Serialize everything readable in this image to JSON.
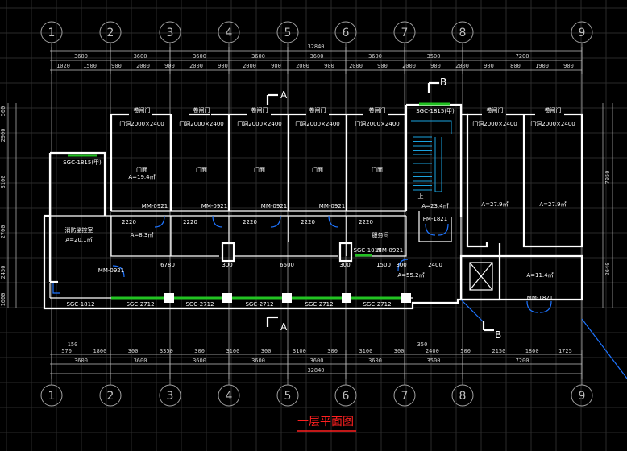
{
  "title": "一层平面图",
  "axes": [
    "1",
    "2",
    "3",
    "4",
    "5",
    "6",
    "7",
    "8",
    "9"
  ],
  "dimensions": {
    "total_top": "32840",
    "total_bottom": "32840",
    "bay_top": [
      "3600",
      "3600",
      "3600",
      "3600",
      "3600",
      "3600",
      "3500",
      "7200"
    ],
    "sub_top": [
      "1020",
      "1500",
      "900",
      "2000",
      "900",
      "2000",
      "900",
      "2000",
      "900",
      "2000",
      "900",
      "2000",
      "900",
      "2000",
      "900",
      "2000",
      "900",
      "800",
      "1900",
      "900"
    ],
    "bay_bottom": [
      "3600",
      "3600",
      "3600",
      "3600",
      "3600",
      "3600",
      "3500",
      "7200"
    ],
    "sub_bottom": [
      "570",
      "1800",
      "300",
      "3350",
      "300",
      "3100",
      "300",
      "3100",
      "300",
      "3100",
      "300",
      "2400",
      "500",
      "2150",
      "1800",
      "1725"
    ],
    "offsets_bottom": [
      "150",
      "350"
    ],
    "left_side": [
      "500",
      "2900",
      "3100",
      "2700",
      "2450",
      "1600"
    ],
    "right_side": [
      "7050",
      "2640"
    ]
  },
  "rooms": {
    "shutter_labels": [
      "卷闸门",
      "卷闸门",
      "卷闸门",
      "卷闸门",
      "卷闸门",
      "卷闸门",
      "卷闸门"
    ],
    "shutter_sizes": [
      "门洞2000×2400",
      "门洞2000×2400",
      "门洞2000×2400",
      "门洞2000×2400",
      "门洞2000×2400",
      "门洞2000×2400",
      "门洞2000×2400"
    ],
    "shop_name": "门面",
    "shop_area": "A=19.4㎡",
    "fire_room": "消防监控室",
    "fire_area": "A=20.1㎡",
    "service_room": "服务间",
    "stair_area": "A=23.4㎡",
    "right_areas": [
      "A=27.9㎡",
      "A=27.9㎡"
    ],
    "small_area": "A=8.3㎡",
    "corridor_area": "A=55.2㎡",
    "lobby_area": "A=11.4㎡",
    "inner_dims": [
      "2220",
      "2220",
      "2220",
      "2220",
      "2220"
    ],
    "corridor_dims": [
      "6780",
      "300",
      "6600",
      "300",
      "1500",
      "300",
      "2400"
    ],
    "stair_up_label": "上"
  },
  "labels": {
    "windows_top": [
      "SGC-1815(甲)",
      "SGC-1815(甲)"
    ],
    "windows_bottom": [
      "SGC-1812",
      "SGC-2712",
      "SGC-2712",
      "SGC-2712",
      "SGC-2712",
      "SGC-2712"
    ],
    "doors": [
      "MM-0921",
      "MM-0921",
      "MM-0921",
      "MM-0921",
      "MM-0921",
      "MM-0921",
      "FM-1821",
      "MM-1821"
    ],
    "window_small": "SGC-1015",
    "section_a": "A",
    "section_b": "B"
  }
}
